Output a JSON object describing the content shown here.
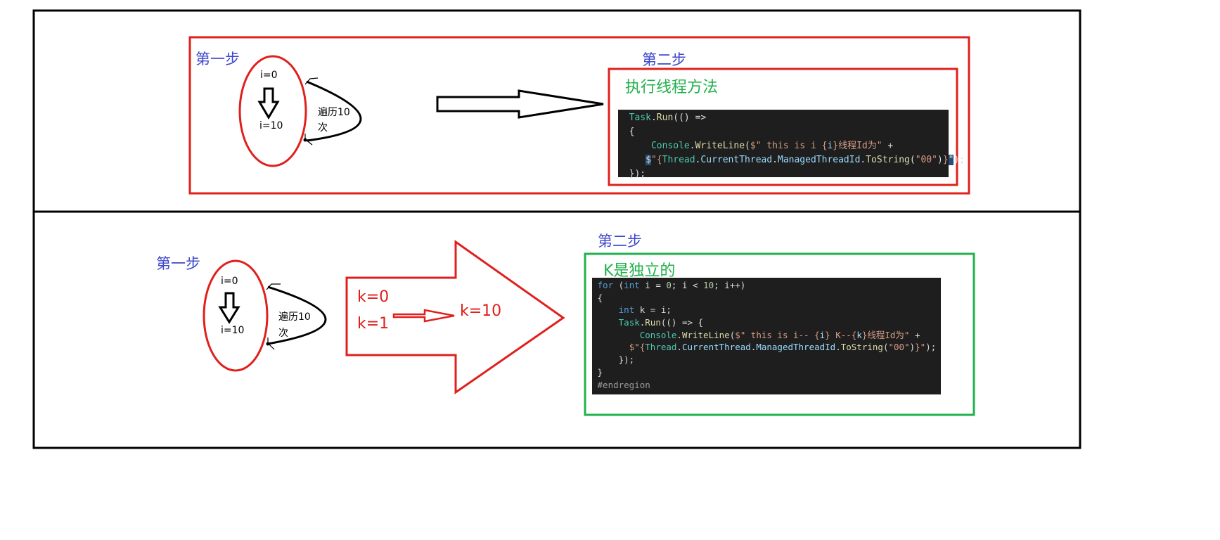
{
  "panel1": {
    "step1": "第一步",
    "step2": "第二步",
    "loop_start": "i=0",
    "loop_end": "i=10",
    "loop_label_1": "遍历10",
    "loop_label_2": "次",
    "title": "执行线程方法",
    "code": [
      "Task.Run(() =>",
      "{",
      "Console.WriteLine($\" this is i {i}线程Id为\" +",
      "$\"{Thread.CurrentThread.ManagedThreadId.ToString(\"00\")}\");",
      "});"
    ]
  },
  "panel2": {
    "step1": "第一步",
    "step2": "第二步",
    "loop_start": "i=0",
    "loop_end": "i=10",
    "loop_label_1": "遍历10",
    "loop_label_2": "次",
    "k_start": "k=0",
    "k_next": "k=1",
    "k_end": "k=10",
    "title": "K是独立的",
    "code": [
      "for (int i = 0; i < 10; i++)",
      "{",
      "int k = i;",
      "Task.Run(() => {",
      "Console.WriteLine($\" this is i-- {i} K--{k}线程Id为\" +",
      "$\"{Thread.CurrentThread.ManagedThreadId.ToString(\"00\")}\");",
      "});",
      "}",
      "#endregion"
    ]
  },
  "colors": {
    "red": "#e0201c",
    "green": "#22b14c",
    "blue": "#3f48cc",
    "black": "#000000",
    "code_bg": "#1e1e1e"
  }
}
